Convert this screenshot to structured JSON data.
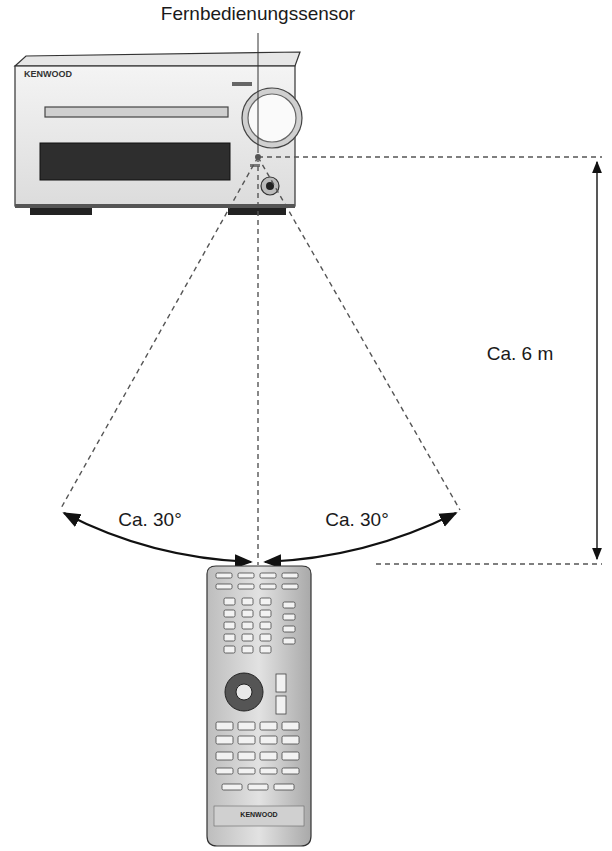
{
  "diagram": {
    "labels": [
      "Fernbedienungssensor",
      "KENWOOD",
      "Ca. 6 m",
      "Ca. 30°",
      "Ca. 30°",
      "KENWOOD"
    ]
  }
}
